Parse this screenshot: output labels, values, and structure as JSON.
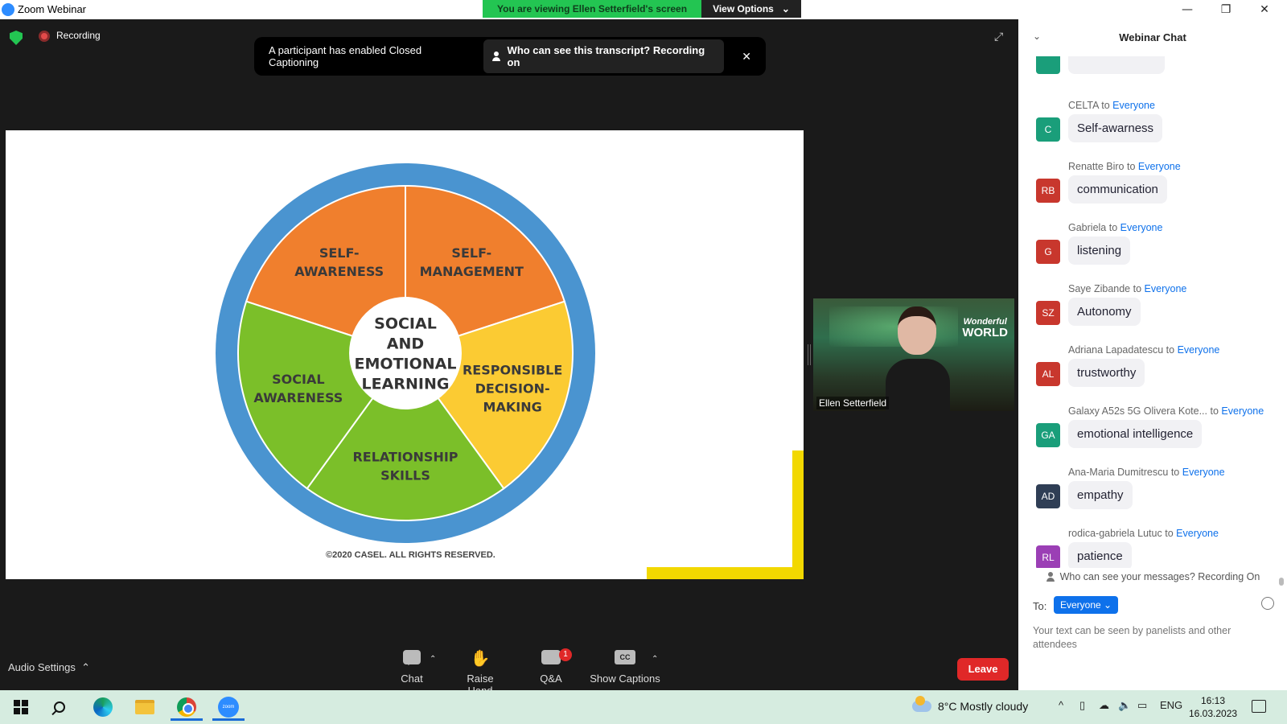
{
  "window": {
    "title": "Zoom Webinar",
    "viewing_banner": "You are viewing Ellen Setterfield's screen",
    "view_options": "View Options",
    "minimize": "—",
    "restore": "❐",
    "close": "✕"
  },
  "meeting": {
    "recording_label": "Recording",
    "cc_notice": "A participant has enabled Closed Captioning",
    "cc_pill": "Who can see this transcript? Recording on",
    "cc_close": "✕"
  },
  "slide": {
    "segments": [
      {
        "label_lines": [
          "SELF-",
          "AWARENESS"
        ],
        "color": "#F07F2D"
      },
      {
        "label_lines": [
          "SELF-",
          "MANAGEMENT"
        ],
        "color": "#F07F2D"
      },
      {
        "label_lines": [
          "RESPONSIBLE",
          "DECISION-",
          "MAKING"
        ],
        "color": "#FBCB33"
      },
      {
        "label_lines": [
          "RELATIONSHIP",
          "SKILLS"
        ],
        "color": "#7BBF29"
      },
      {
        "label_lines": [
          "SOCIAL",
          "AWARENESS"
        ],
        "color": "#7BBF29"
      }
    ],
    "center_lines": [
      "SOCIAL",
      "AND",
      "EMOTIONAL",
      "LEARNING"
    ],
    "ring_color": "#4A94D0",
    "copyright": "©2020 CASEL. ALL RIGHTS RESERVED."
  },
  "video": {
    "participant_name": "Ellen Setterfield",
    "brand_line1": "Wonderful",
    "brand_line2": "WORLD"
  },
  "toolbar": {
    "audio_settings": "Audio Settings",
    "chat": "Chat",
    "raise_hand": "Raise Hand",
    "qa": "Q&A",
    "qa_badge": "1",
    "show_captions": "Show Captions",
    "cc_glyph": "CC",
    "leave": "Leave"
  },
  "chat": {
    "title": "Webinar Chat",
    "to_word": "to",
    "messages": [
      {
        "sender": "CELTA",
        "recipient": "Everyone",
        "initials": "C",
        "text": "Self-awarness",
        "color": "#1A9E7A"
      },
      {
        "sender": "Renatte Biro",
        "recipient": "Everyone",
        "initials": "RB",
        "text": "communication",
        "color": "#C8372D"
      },
      {
        "sender": "Gabriela",
        "recipient": "Everyone",
        "initials": "G",
        "text": "listening",
        "color": "#C8372D"
      },
      {
        "sender": "Saye Zibande",
        "recipient": "Everyone",
        "initials": "SZ",
        "text": "Autonomy",
        "color": "#C8372D"
      },
      {
        "sender": "Adriana Lapadatescu",
        "recipient": "Everyone",
        "initials": "AL",
        "text": "trustworthy",
        "color": "#C8372D"
      },
      {
        "sender": "Galaxy A52s 5G Olivera Kote...",
        "recipient": "Everyone",
        "initials": "GA",
        "text": "emotional intelligence",
        "color": "#1A9E7A"
      },
      {
        "sender": "Ana-Maria Dumitrescu",
        "recipient": "Everyone",
        "initials": "AD",
        "text": "empathy",
        "color": "#2F3E55"
      },
      {
        "sender": "rodica-gabriela Lutuc",
        "recipient": "Everyone",
        "initials": "RL",
        "text": "patience",
        "color": "#9B3FB5"
      }
    ],
    "who_can_see": "Who can see your messages? Recording On",
    "to_label": "To:",
    "to_value": "Everyone",
    "input_placeholder": "Your text can be seen by panelists and other attendees"
  },
  "taskbar": {
    "zoom_glyph": "zoom",
    "weather": "8°C  Mostly cloudy",
    "language": "ENG",
    "time": "16:13",
    "date": "16.03.2023"
  }
}
